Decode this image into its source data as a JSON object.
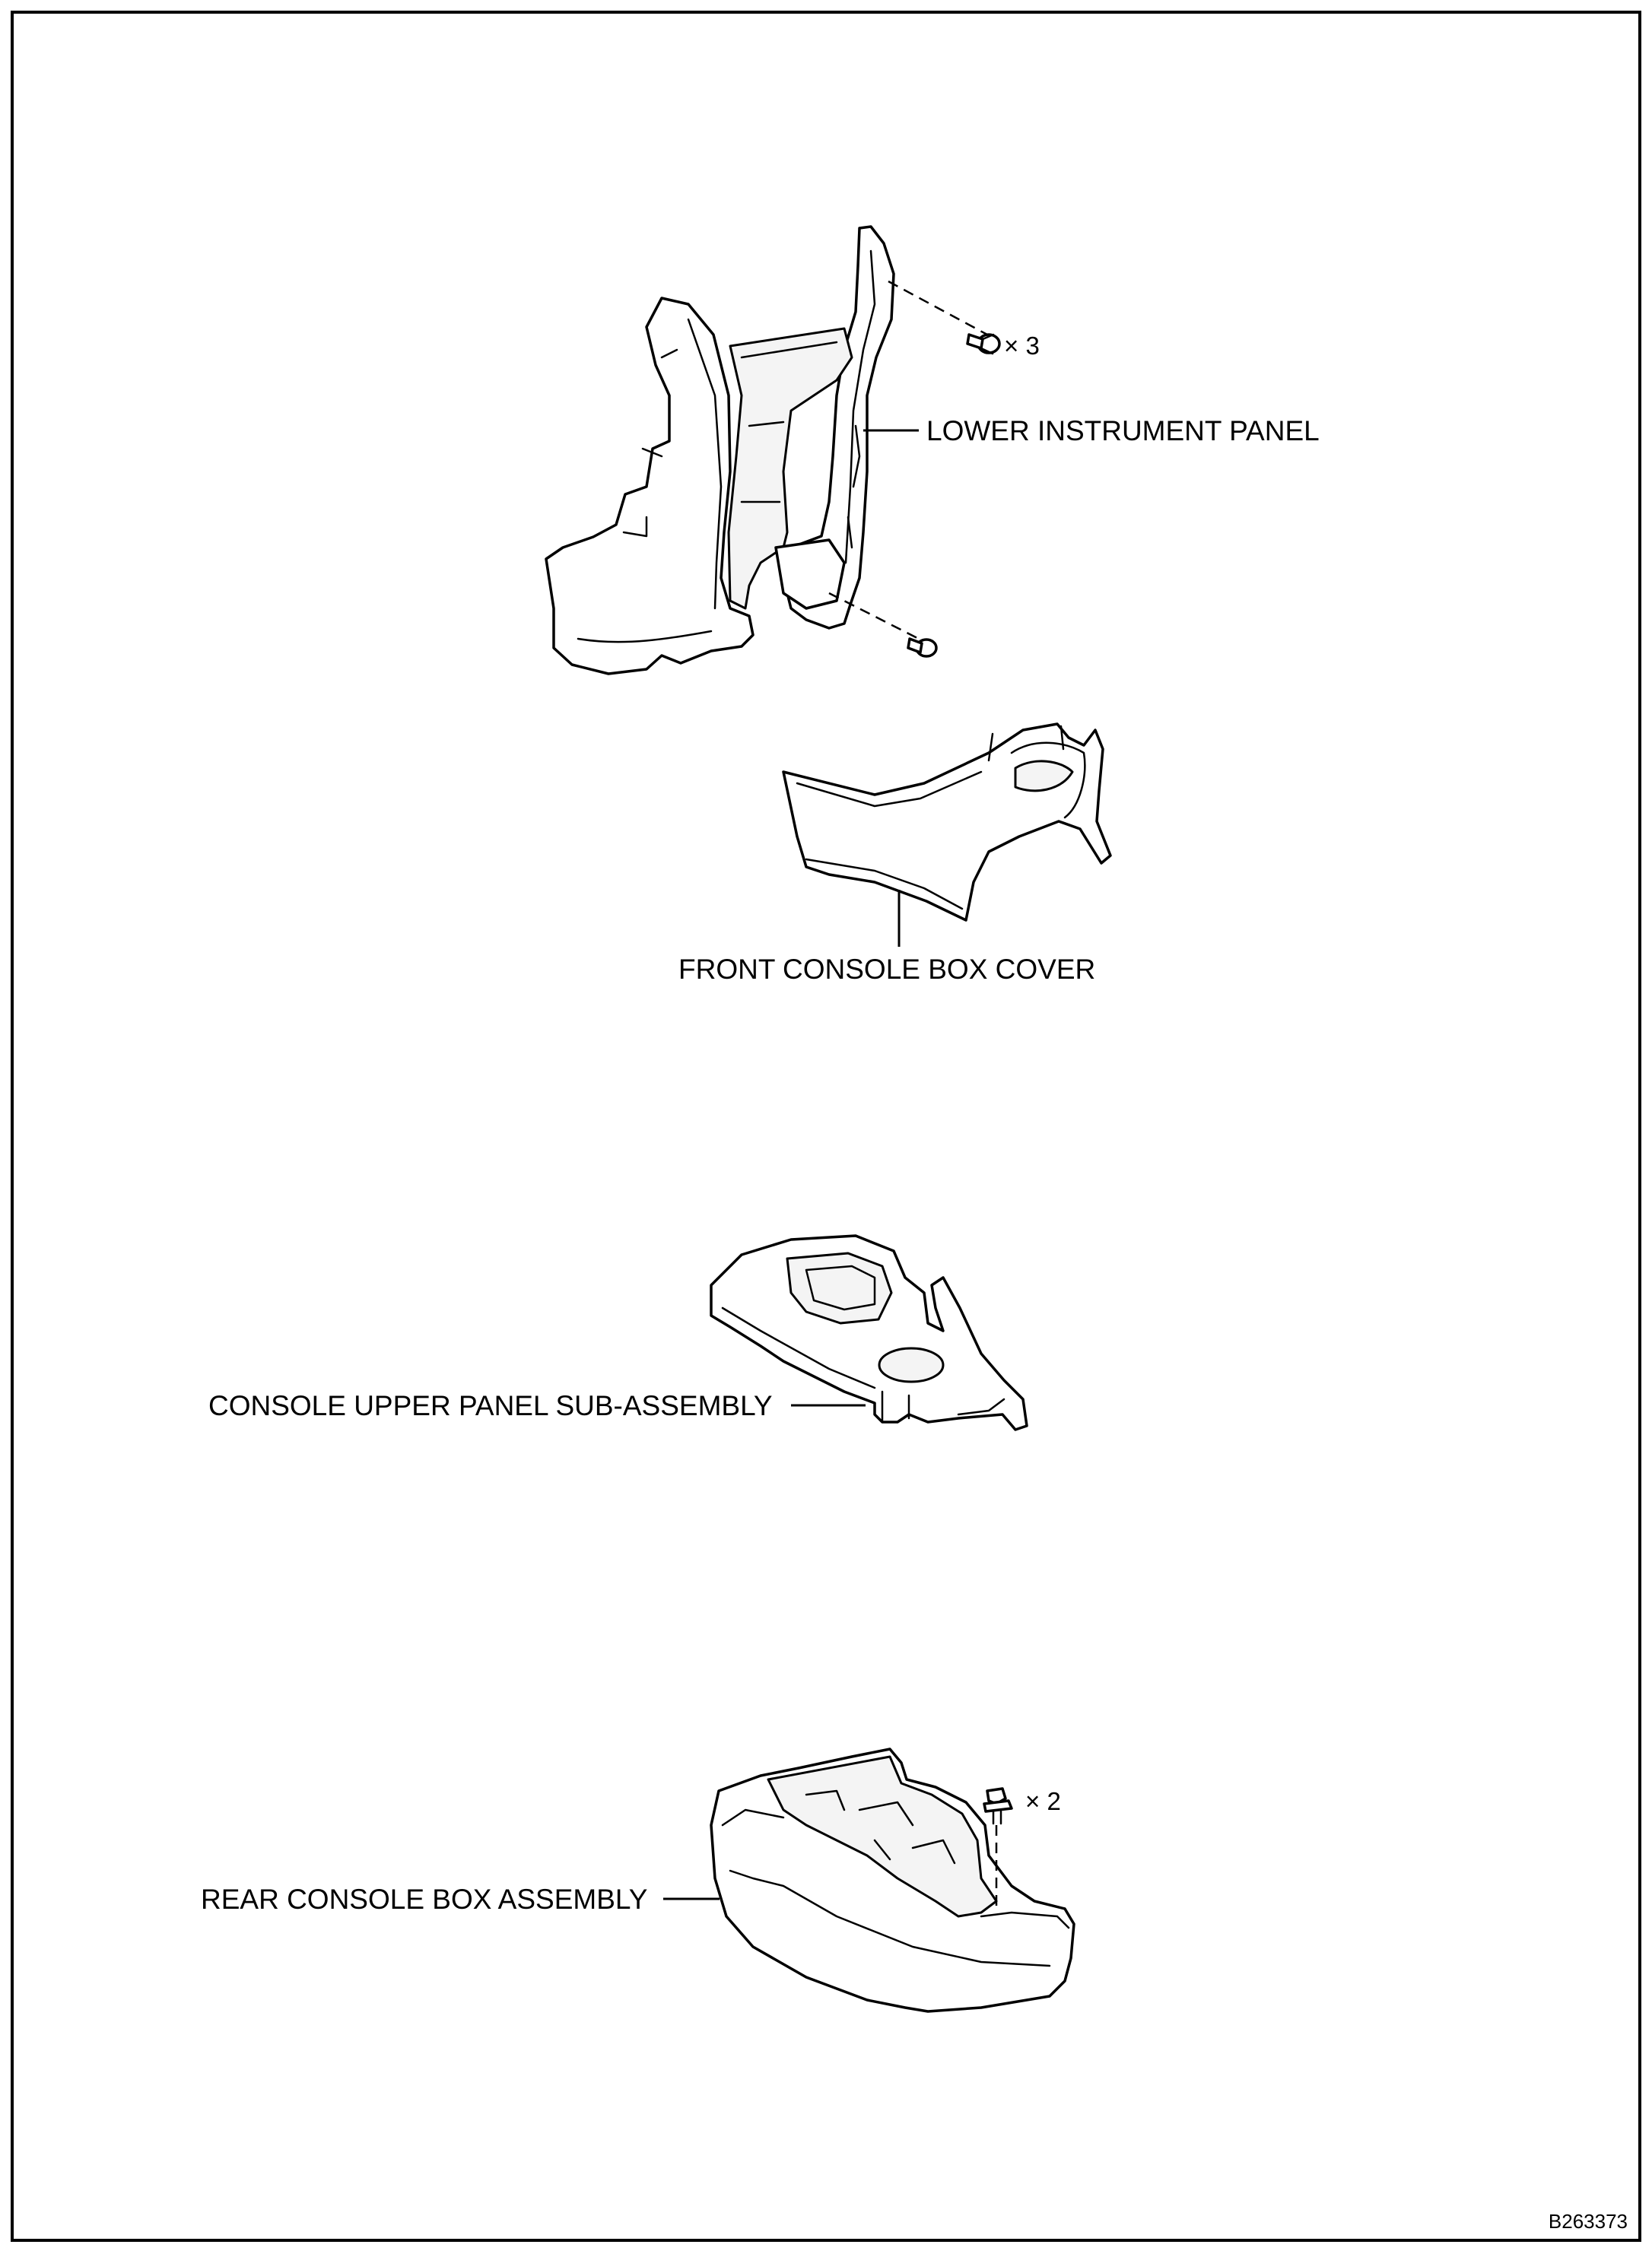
{
  "labels": {
    "lower_instrument_panel": "LOWER INSTRUMENT PANEL",
    "front_console_box_cover": "FRONT CONSOLE BOX COVER",
    "console_upper_panel": "CONSOLE UPPER PANEL SUB-ASSEMBLY",
    "rear_console_box": "REAR CONSOLE BOX ASSEMBLY"
  },
  "quantities": {
    "bolt_qty": "× 3",
    "clip_qty": "× 2"
  },
  "figure_code": "B263373"
}
